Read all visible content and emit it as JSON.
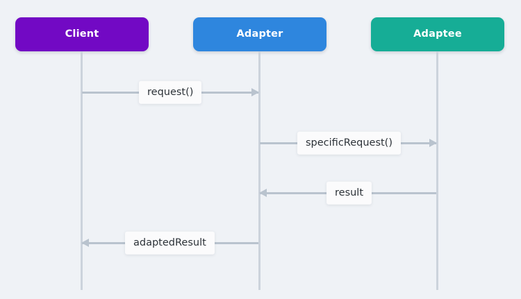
{
  "diagram": {
    "type": "uml-sequence-diagram",
    "title": "",
    "background_color": "#eff2f6",
    "lifeline_color": "#ccd3dc",
    "arrow_color": "#b9c3ce",
    "label_background_color": "#fbfbfc",
    "label_text_color": "#2c3238"
  },
  "participants": [
    {
      "id": "client",
      "label": "Client",
      "color": "#7209c4",
      "text_color": "#ffffff"
    },
    {
      "id": "adapter",
      "label": "Adapter",
      "color": "#2e86de",
      "text_color": "#ffffff"
    },
    {
      "id": "adaptee",
      "label": "Adaptee",
      "color": "#16ad96",
      "text_color": "#ffffff"
    }
  ],
  "messages": [
    {
      "id": "request",
      "label": "request()",
      "from": "client",
      "to": "adapter",
      "direction": "right",
      "order": 1
    },
    {
      "id": "specific-request",
      "label": "specificRequest()",
      "from": "adapter",
      "to": "adaptee",
      "direction": "right",
      "order": 2
    },
    {
      "id": "result",
      "label": "result",
      "from": "adaptee",
      "to": "adapter",
      "direction": "left",
      "order": 3
    },
    {
      "id": "adapted-result",
      "label": "adaptedResult",
      "from": "adapter",
      "to": "client",
      "direction": "left",
      "order": 4
    }
  ]
}
